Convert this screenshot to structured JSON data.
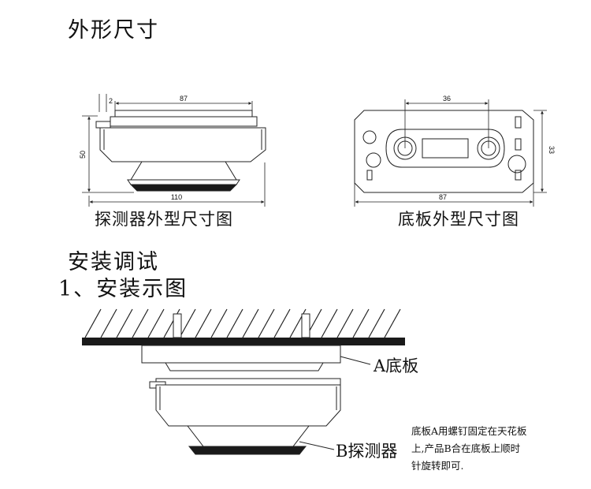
{
  "headings": {
    "dimensions": "外形尺寸",
    "install": "安装调试",
    "install_step": "1、安装示图"
  },
  "detector_view": {
    "caption": "探测器外型尺寸图",
    "dim_top": "87",
    "dim_gap": "2",
    "dim_height": "50",
    "dim_bottom": "110"
  },
  "base_view": {
    "caption": "底板外型尺寸图",
    "dim_holes": "36",
    "dim_height": "33",
    "dim_width": "87"
  },
  "install_view": {
    "label_base": "A底板",
    "label_detector": "B探测器",
    "note": "底板A用螺钉固定在天花板上,产品B合在底板上顺时针旋转即可."
  },
  "colors": {
    "line": "#222222",
    "fill_dark": "#1a1a1a"
  }
}
